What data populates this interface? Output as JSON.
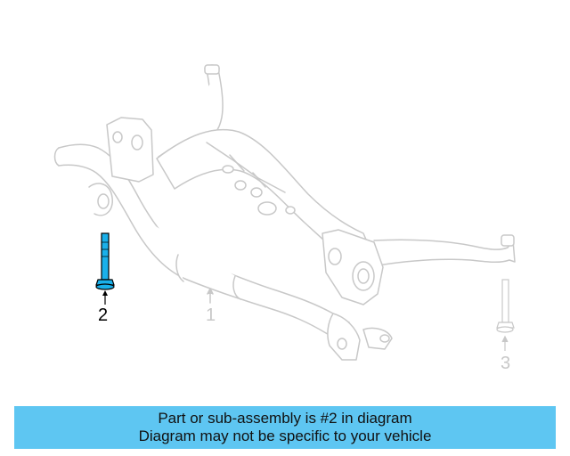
{
  "callouts": {
    "part_1": "1",
    "part_2": "2",
    "part_3": "3"
  },
  "banner": {
    "line1": "Part or sub-assembly is #2 in diagram",
    "line2": "Diagram may not be specific to your vehicle"
  },
  "colors": {
    "banner_background": "#5ec6f2",
    "highlighted_part": "#1ab0ea",
    "ghost_line": "#c8c8c8",
    "highlight_line": "#000000"
  },
  "icons": {
    "subframe": "subframe-drawing",
    "highlighted_bolt": "bolt-icon",
    "ghost_bolt": "bolt-icon"
  }
}
